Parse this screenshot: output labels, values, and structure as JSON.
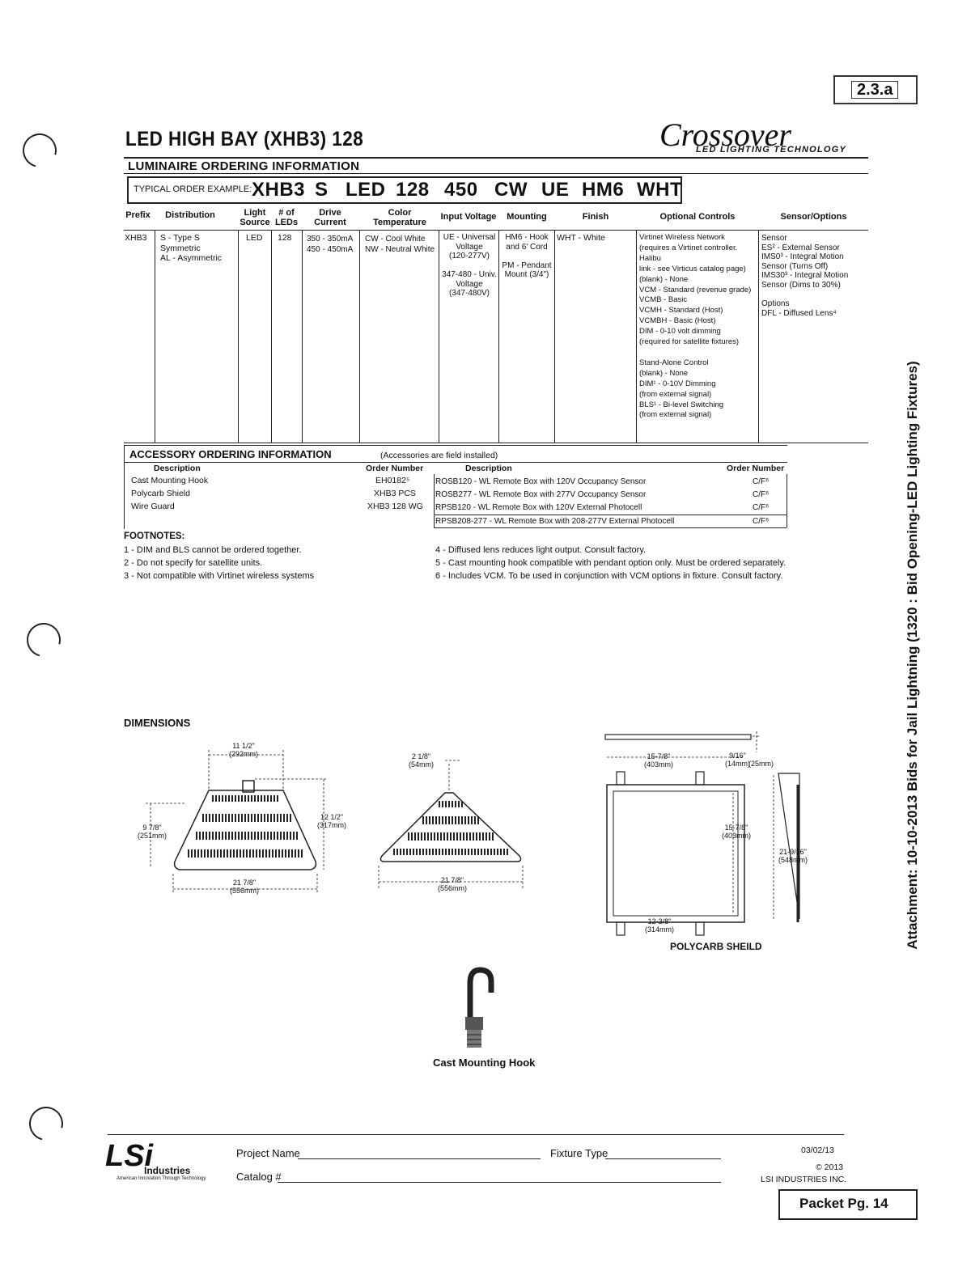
{
  "corner_tag": "2.3.a",
  "title": "LED HIGH BAY (XHB3) 128",
  "brand": {
    "name": "Crossover",
    "tagline": "LED LIGHTING TECHNOLOGY"
  },
  "luminaire": {
    "heading": "LUMINAIRE ORDERING INFORMATION",
    "example_label": "TYPICAL ORDER EXAMPLE:",
    "example_codes": [
      "XHB3",
      "S",
      "LED",
      "128",
      "450",
      "CW",
      "UE",
      "HM6",
      "WHT"
    ],
    "columns": [
      {
        "header": "Prefix",
        "value": "XHB3"
      },
      {
        "header": "Distribution",
        "value": "S - Type S\n   Symmetric\nAL - Asymmetric"
      },
      {
        "header": "Light\nSource",
        "value": "LED"
      },
      {
        "header": "# of\nLEDs",
        "value": "128"
      },
      {
        "header": "Drive\nCurrent",
        "value": "350 - 350mA\n450 - 450mA"
      },
      {
        "header": "Color\nTemperature",
        "value": "CW - Cool White\nNW - Neutral White"
      },
      {
        "header": "Input Voltage",
        "value": "UE - Universal\nVoltage\n(120-277V)\n\n347-480 - Univ.\nVoltage\n(347-480V)"
      },
      {
        "header": "Mounting",
        "value": "HM6 - Hook\nand 6' Cord\n\nPM - Pendant\nMount (3/4\")"
      },
      {
        "header": "Finish",
        "value": "WHT - White"
      },
      {
        "header": "Optional Controls",
        "value": "Virtinet Wireless Network\n(requires a Virtinet controller. Halibu\nlink - see Virticus catalog page)\n(blank) - None\nVCM - Standard (revenue grade)\nVCMB - Basic\nVCMH - Standard (Host)\nVCMBH - Basic (Host)\nDIM - 0-10 volt dimming\n(required for satellite fixtures)\n\nStand-Alone Control\n(blank) - None\nDIM¹ - 0-10V Dimming\n  (from external signal)\nBLS¹ - Bi-level Switching\n  (from external signal)"
      },
      {
        "header": "Sensor/Options",
        "value": "Sensor\nES² - External Sensor\nIMS0³ - Integral Motion\n  Sensor (Turns Off)\nIMS30³ - Integral Motion\n  Sensor (Dims to 30%)\n\nOptions\nDFL - Diffused Lens⁴"
      }
    ]
  },
  "accessory": {
    "heading": "ACCESSORY ORDERING INFORMATION",
    "note": "(Accessories are field installed)",
    "left_headers": {
      "description": "Description",
      "order": "Order Number"
    },
    "right_headers": {
      "description": "Description",
      "order": "Order Number"
    },
    "left_rows": [
      {
        "description": "Cast Mounting Hook",
        "order": "EH0182⁵"
      },
      {
        "description": "Polycarb Shield",
        "order": "XHB3 PCS"
      },
      {
        "description": "Wire Guard",
        "order": "XHB3 128 WG"
      }
    ],
    "right_rows": [
      {
        "description": "ROSB120 - WL Remote Box with 120V Occupancy Sensor",
        "order": "C/F⁶"
      },
      {
        "description": "ROSB277 - WL Remote Box with 277V Occupancy Sensor",
        "order": "C/F⁶"
      },
      {
        "description": "RPSB120 - WL Remote Box with 120V External Photocell",
        "order": "C/F⁶"
      },
      {
        "description": "RPSB208-277 - WL Remote Box with 208-277V External Photocell",
        "order": "C/F⁶"
      }
    ]
  },
  "footnotes": {
    "heading": "FOOTNOTES:",
    "left": [
      "1 - DIM and BLS cannot be ordered together.",
      "2 - Do not specify for satellite units.",
      "3 - Not compatible with Virtinet wireless systems"
    ],
    "right": [
      "4 - Diffused lens reduces light output. Consult factory.",
      "5 - Cast mounting hook compatible with pendant option only. Must be ordered separately.",
      "6 - Includes VCM. To be used in conjunction with VCM options in fixture. Consult factory."
    ]
  },
  "dimensions": {
    "heading": "DIMENSIONS",
    "front": {
      "width_top": "11 1/2\"\n(292mm)",
      "height_left": "9 7/8\"\n(251mm)",
      "height_right": "12 1/2\"\n(317mm)",
      "width_bottom": "21 7/8\"\n(556mm)"
    },
    "side": {
      "top": "2 1/8\"\n(54mm)",
      "bottom": "21 7/8\"\n(556mm)"
    },
    "shield": {
      "top_width": "15-7/8\"\n(403mm)",
      "offset": "9/16\"\n(14mm)",
      "depth": "(25mm)",
      "height": "15-7/8\"\n(403mm)",
      "overall": "21-9/16\"\n(548mm)",
      "bottom": "12-3/8\"\n(314mm)",
      "label": "POLYCARB SHEILD"
    },
    "hook_label": "Cast Mounting Hook"
  },
  "side_text": "Attachment: 10-10-2013 Bids for Jail Lightning  (1320 : Bid Opening-LED Lighting Fixtures)",
  "footer": {
    "logo_text": "LSi",
    "logo_sub": "Industries",
    "logo_tagline": "American Innovation Through Technology",
    "project_label": "Project Name",
    "fixture_label": "Fixture Type",
    "catalog_label": "Catalog #",
    "date": "03/02/13",
    "copyright": "© 2013",
    "company": "LSI INDUSTRIES INC."
  },
  "packet": "Packet Pg. 14"
}
